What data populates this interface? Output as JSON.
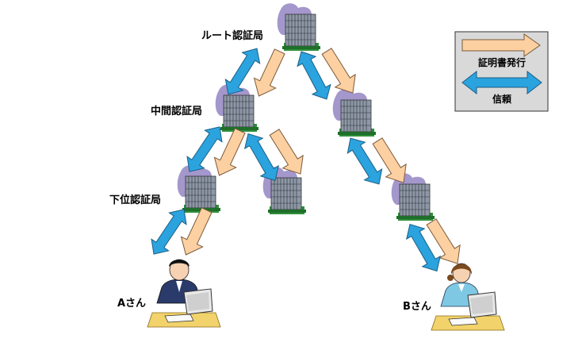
{
  "nodes": {
    "root": "ルート認証局",
    "intermediate": "中間認証局",
    "subordinate": "下位認証局"
  },
  "users": {
    "a": "Aさん",
    "b": "Bさん"
  },
  "legend": {
    "issue": "証明書発行",
    "trust": "信頼"
  },
  "colors": {
    "issue_arrow": "#FDD0A2",
    "trust_arrow": "#2BA3DE",
    "legend_bg": "#D9D9D9",
    "building": "#9099A6",
    "cloud": "#9A8CC6"
  }
}
